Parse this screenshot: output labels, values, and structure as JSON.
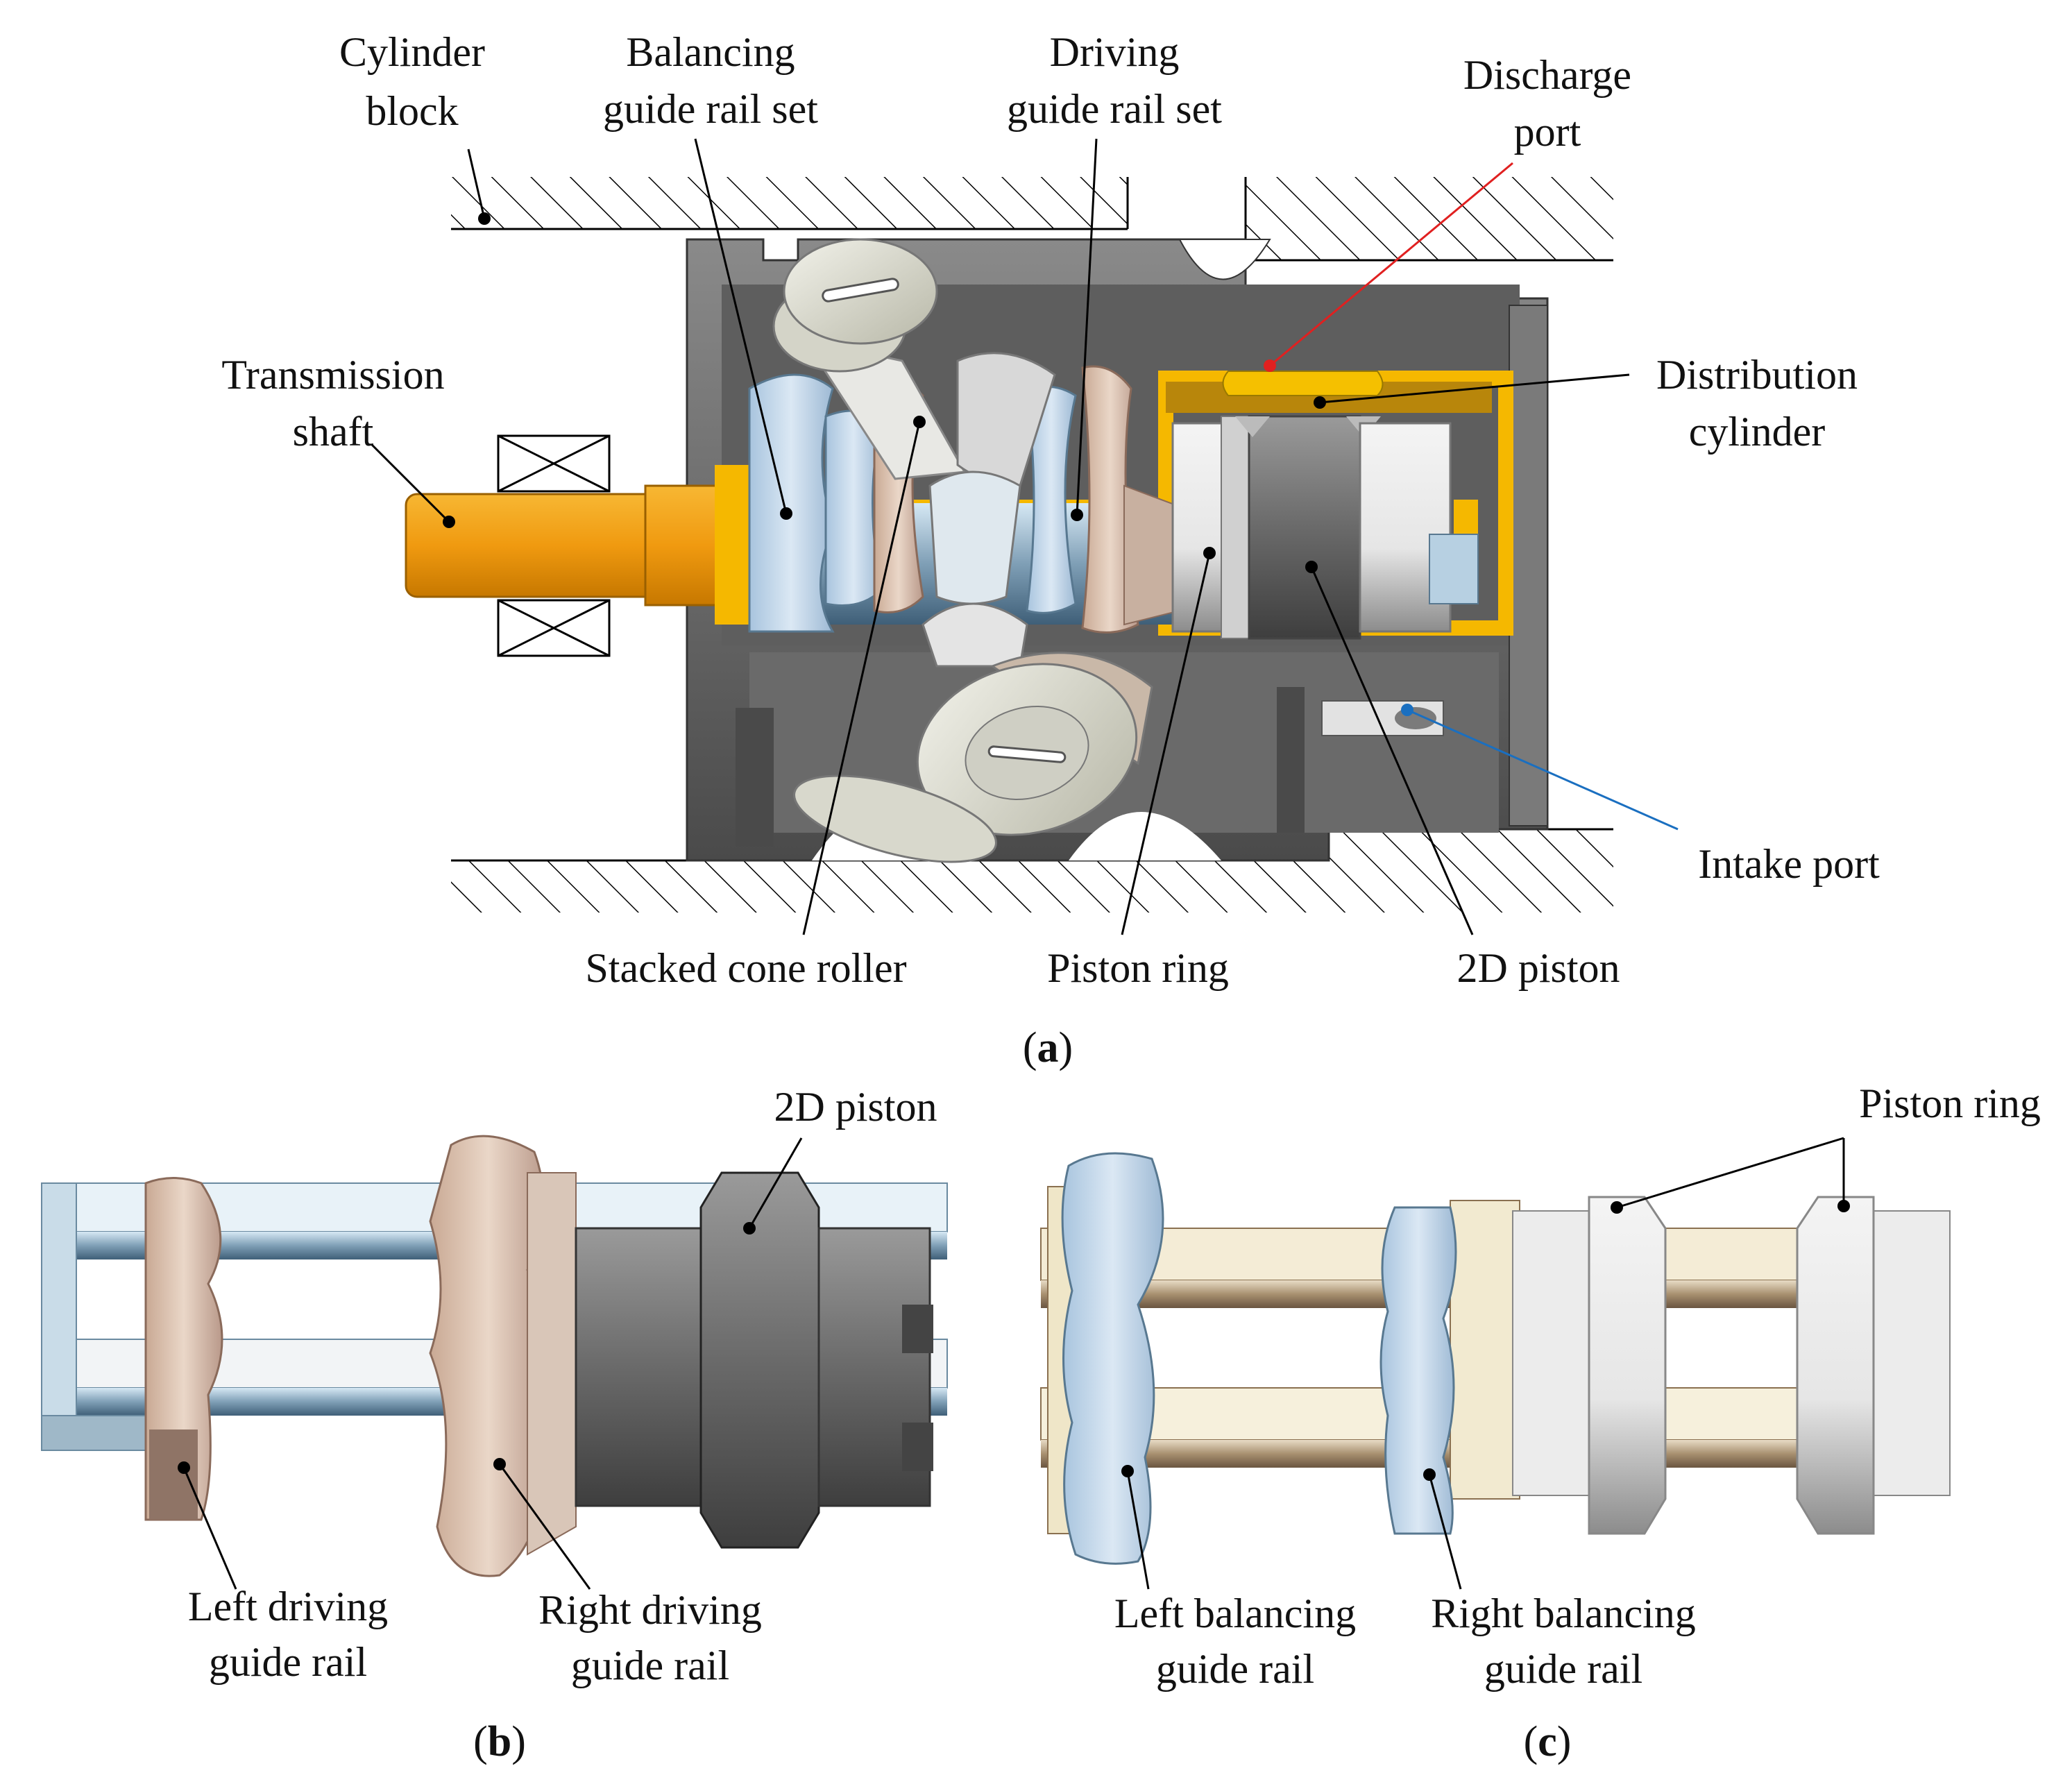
{
  "panel_a": {
    "caption_letter": "a",
    "labels": {
      "cylinder_block": [
        "Cylinder",
        "block"
      ],
      "balancing_set": [
        "Balancing",
        "guide rail set"
      ],
      "driving_set": [
        "Driving",
        "guide rail set"
      ],
      "discharge_port": [
        "Discharge",
        "port"
      ],
      "transmission_shaft": [
        "Transmission",
        "shaft"
      ],
      "distribution_cylinder": [
        "Distribution",
        "cylinder"
      ],
      "intake_port": "Intake port",
      "stacked_cone_roller": "Stacked cone roller",
      "piston_ring": "Piston ring",
      "two_d_piston": "2D piston"
    }
  },
  "panel_b": {
    "caption_letter": "b",
    "labels": {
      "two_d_piston": "2D piston",
      "left_driving": [
        "Left driving",
        "guide rail"
      ],
      "right_driving": [
        "Right driving",
        "guide rail"
      ]
    }
  },
  "panel_c": {
    "caption_letter": "c",
    "labels": {
      "piston_ring": "Piston ring",
      "left_balancing": [
        "Left balancing",
        "guide rail"
      ],
      "right_balancing": [
        "Right balancing",
        "guide rail"
      ]
    }
  },
  "colors": {
    "shaft": "#f0a010",
    "distribution": "#f5b800",
    "housing": "#6e6e6e",
    "driving_rail": "#d8bfae",
    "balancing_rail": "#b8d0e6",
    "piston": "#5a5a5a",
    "discharge_leader": "#e02020",
    "intake_leader": "#1a6fc0"
  }
}
